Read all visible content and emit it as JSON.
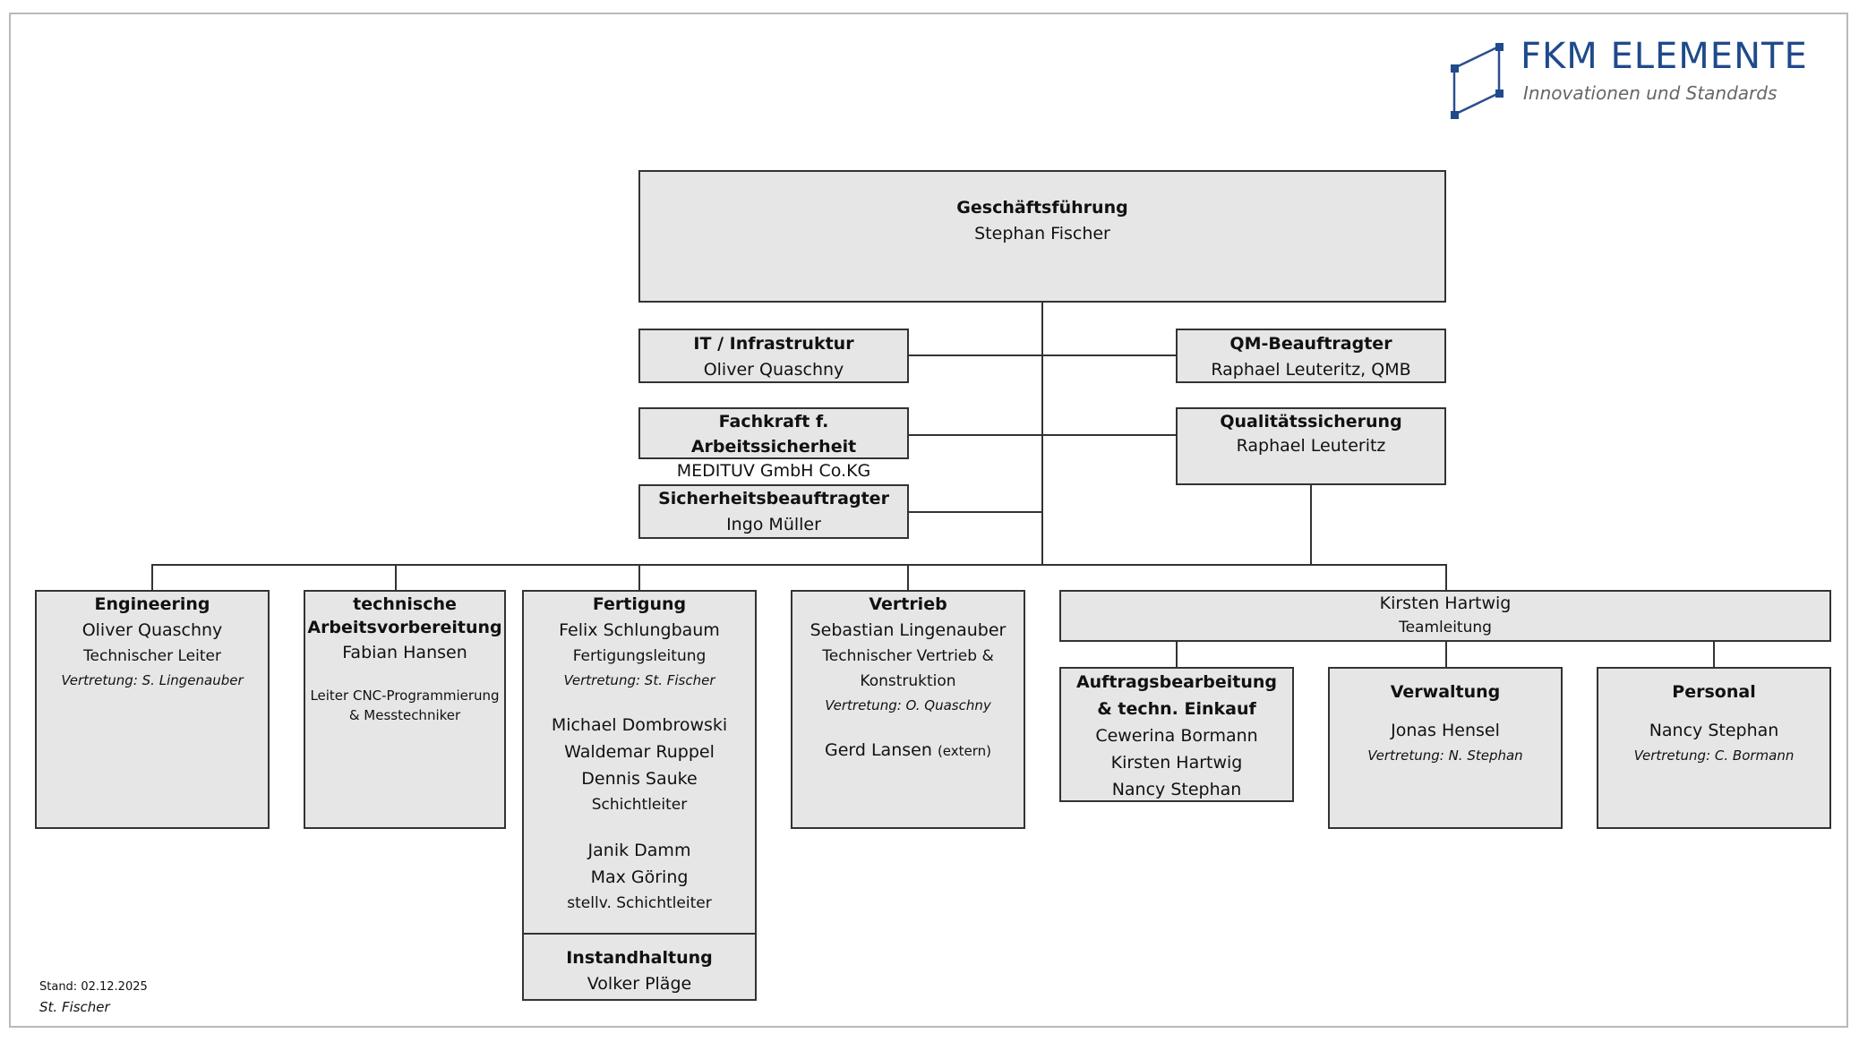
{
  "brand": {
    "name": "FKM ELEMENTE",
    "tagline": "Innovationen und Standards",
    "color": "#1f4a8c",
    "logo_icon": "cube-outline-icon"
  },
  "top": {
    "title": "Geschäftsführung",
    "name": "Stephan Fischer"
  },
  "staff": {
    "it": {
      "title": "IT / Infrastruktur",
      "name": "Oliver Quaschny"
    },
    "qmb": {
      "title": "QM-Beauftragter",
      "name": "Raphael Leuteritz, QMB"
    },
    "fasi": {
      "title": "Fachkraft f. Arbeitssicherheit",
      "name": "MEDITUV GmbH Co.KG"
    },
    "qs": {
      "title": "Qualitätssicherung",
      "name": "Raphael Leuteritz"
    },
    "sib": {
      "title": "Sicherheitsbeauftragter",
      "name": "Ingo Müller"
    }
  },
  "departments": {
    "engineering": {
      "title": "Engineering",
      "name": "Oliver Quaschny",
      "role": "Technischer Leiter",
      "deputy": "Vertretung: S. Lingenauber"
    },
    "av": {
      "title_line1": "technische",
      "title_line2": "Arbeitsvorbereitung",
      "name": "Fabian Hansen",
      "role_line1": "Leiter CNC-Programmierung",
      "role_line2": "& Messtechniker"
    },
    "fertigung": {
      "title": "Fertigung",
      "name": "Felix Schlungbaum",
      "role": "Fertigungsleitung",
      "deputy": "Vertretung: St. Fischer",
      "shift_leads": [
        "Michael Dombrowski",
        "Waldemar Ruppel",
        "Dennis Sauke"
      ],
      "shift_role": "Schichtleiter",
      "deputy_leads": [
        "Janik Damm",
        "Max Göring"
      ],
      "deputy_role": "stellv. Schichtleiter"
    },
    "instandhaltung": {
      "title": "Instandhaltung",
      "name": "Volker Pläge"
    },
    "vertrieb": {
      "title": "Vertrieb",
      "name": "Sebastian Lingenauber",
      "role_line1": "Technischer Vertrieb &",
      "role_line2": "Konstruktion",
      "deputy": "Vertretung: O. Quaschny",
      "extra_name": "Gerd Lansen",
      "extra_note": "(extern)"
    },
    "team": {
      "name": "Kirsten Hartwig",
      "role": "Teamleitung"
    },
    "auftrag": {
      "title_line1": "Auftragsbearbeitung",
      "title_line2": "& techn. Einkauf",
      "members": [
        "Cewerina Bormann",
        "Kirsten Hartwig",
        "Nancy Stephan"
      ]
    },
    "verwaltung": {
      "title": "Verwaltung",
      "name": "Jonas Hensel",
      "deputy": "Vertretung: N. Stephan"
    },
    "personal": {
      "title": "Personal",
      "name": "Nancy Stephan",
      "deputy": "Vertretung: C. Bormann"
    }
  },
  "footer": {
    "stand": "Stand: 02.12.2025",
    "author": "St. Fischer"
  }
}
